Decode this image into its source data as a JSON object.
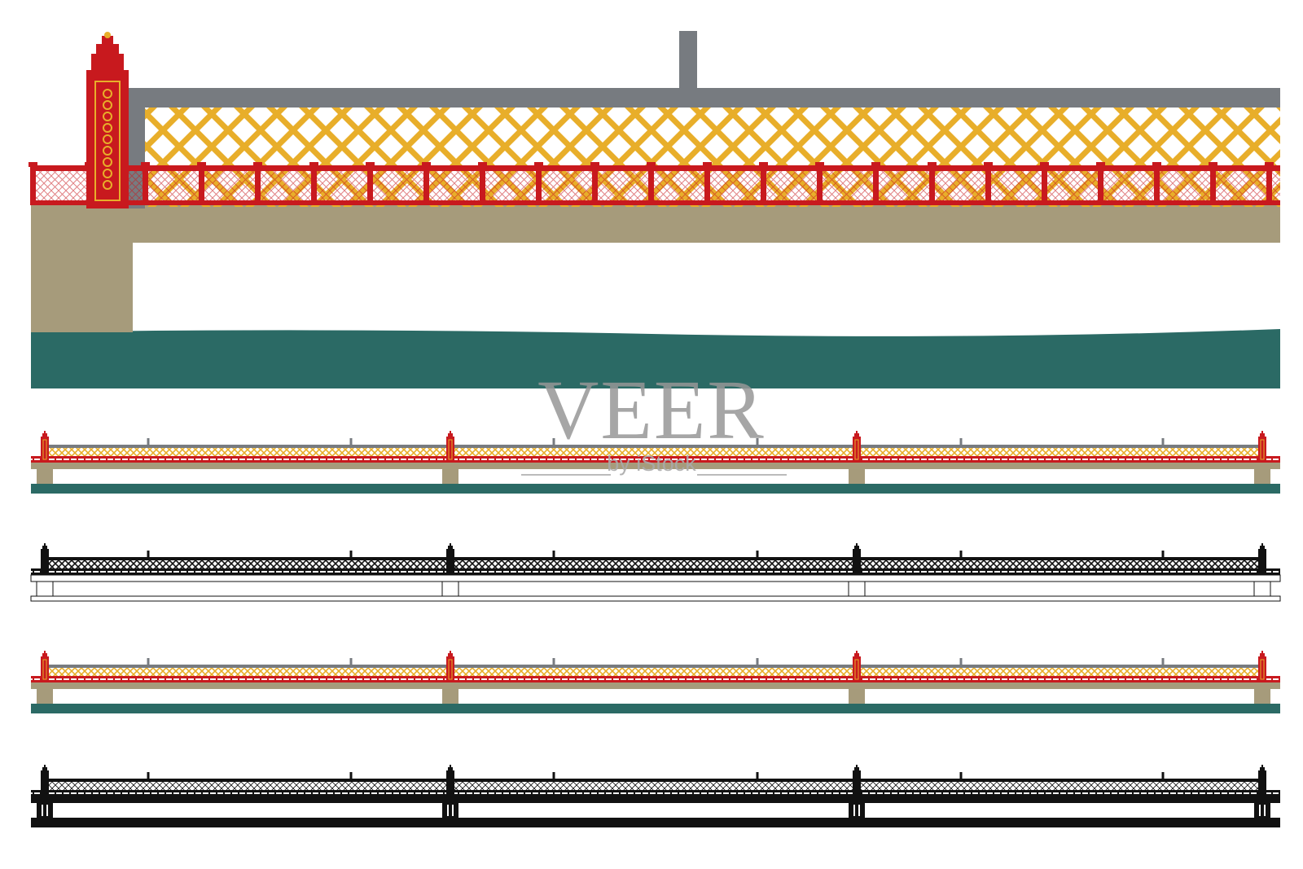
{
  "watermark": {
    "brand": "VEER",
    "byline": "by iStock"
  },
  "palette": {
    "red": "#C8191E",
    "gold": "#E8AE2A",
    "gray": "#777B80",
    "stone": "#A69B7B",
    "water": "#2B6A65",
    "black": "#1a1a1a"
  },
  "panels": [
    {
      "id": "detail-color",
      "style": "color"
    },
    {
      "id": "full-color",
      "style": "color"
    },
    {
      "id": "full-outline",
      "style": "outline"
    },
    {
      "id": "full-color-alt",
      "style": "color"
    },
    {
      "id": "full-silhouette",
      "style": "silhouette"
    }
  ]
}
